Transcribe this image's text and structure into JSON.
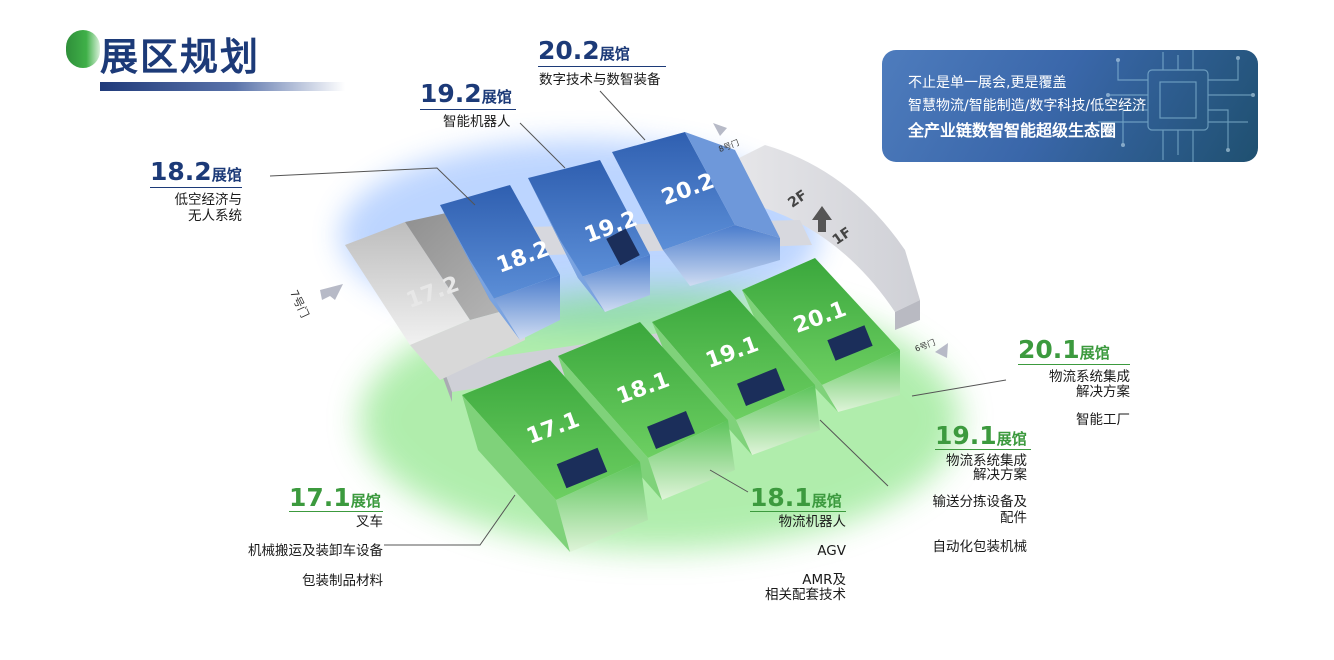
{
  "page": {
    "title": "展区规划"
  },
  "banner": {
    "line1": "不止是单一展会,更是覆盖",
    "line2": "智慧物流/智能制造/数字科技/低空经济",
    "line3": "全产业链数智智能超级生态圈"
  },
  "halls": {
    "h20_2": {
      "number": "20.2",
      "suffix": "展馆",
      "items": [
        "数字技术与数智装备"
      ]
    },
    "h19_2": {
      "number": "19.2",
      "suffix": "展馆",
      "items": [
        "智能机器人"
      ]
    },
    "h18_2": {
      "number": "18.2",
      "suffix": "展馆",
      "items": [
        "低空经济与",
        "无人系统"
      ]
    },
    "h20_1": {
      "number": "20.1",
      "suffix": "展馆",
      "items": [
        "物流系统集成",
        "解决方案",
        "智能工厂"
      ]
    },
    "h19_1": {
      "number": "19.1",
      "suffix": "展馆",
      "items": [
        "物流系统集成",
        "解决方案",
        "输送分拣设备及",
        "配件",
        "自动化包装机械"
      ]
    },
    "h18_1": {
      "number": "18.1",
      "suffix": "展馆",
      "items": [
        "物流机器人",
        "AGV",
        "AMR及",
        "相关配套技术"
      ]
    },
    "h17_1": {
      "number": "17.1",
      "suffix": "展馆",
      "items": [
        "叉车",
        "机械搬运及装卸车设备",
        "包装制品材料"
      ]
    }
  },
  "map": {
    "blocks": [
      "17.2",
      "18.2",
      "19.2",
      "20.2",
      "17.1",
      "18.1",
      "19.1",
      "20.1"
    ],
    "gates": [
      "8号门",
      "7号门",
      "6号门"
    ],
    "floors": [
      "2F",
      "1F"
    ]
  },
  "colors": {
    "navy": "#1c3a78",
    "green": "#3c9a3e",
    "blue_block": "#3f74c7",
    "green_block": "#4cbd4c",
    "gray_block": "#9a9a9a"
  }
}
